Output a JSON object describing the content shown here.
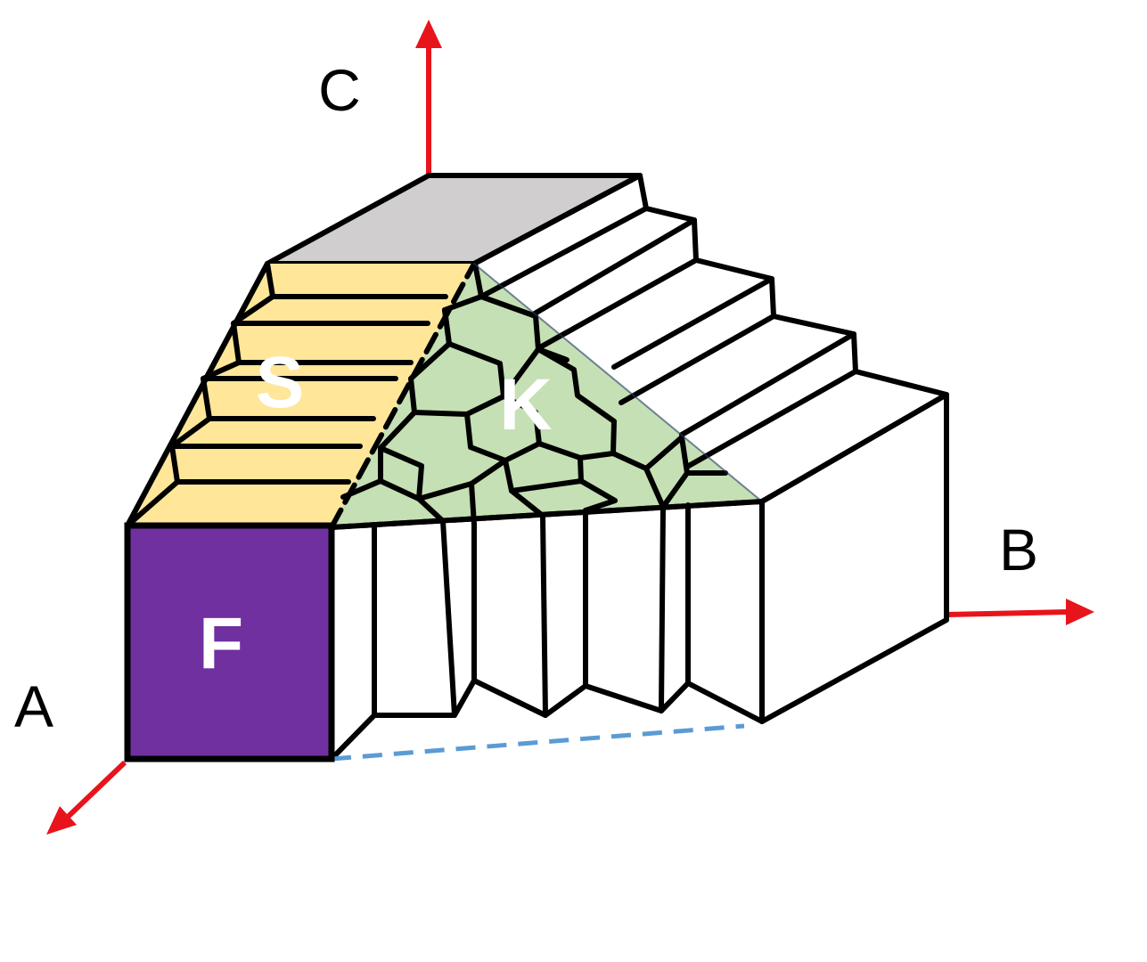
{
  "axes": {
    "a_label": "A",
    "b_label": "B",
    "c_label": "C",
    "arrow_color": "#e8141c"
  },
  "faces": {
    "f_label": "F",
    "s_label": "S",
    "k_label": "K",
    "f_color": "#7030a0",
    "s_color": "#ffe699",
    "k_color": "#c5e0b4",
    "top_color": "#d0cece"
  },
  "dashed_line_color": "#5b9bd5"
}
